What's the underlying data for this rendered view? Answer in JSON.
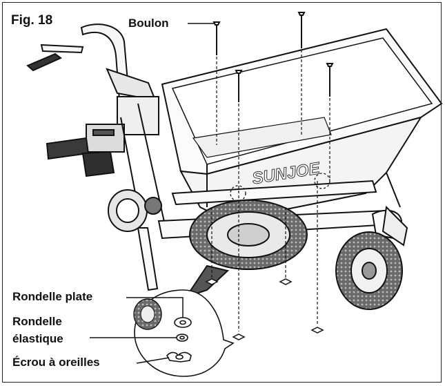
{
  "figure": {
    "label": "Fig. 18",
    "brand_text": "SUNJOE",
    "callouts": {
      "bolt": "Boulon",
      "flat_washer": "Rondelle plate",
      "spring_washer_line1": "Rondelle",
      "spring_washer_line2": "élastique",
      "wing_nut": "Écrou à oreilles"
    }
  },
  "colors": {
    "line": "#111111",
    "fill_light": "#f2f2f2",
    "fill_dark": "#3a3a3a",
    "tire": "#555555"
  }
}
